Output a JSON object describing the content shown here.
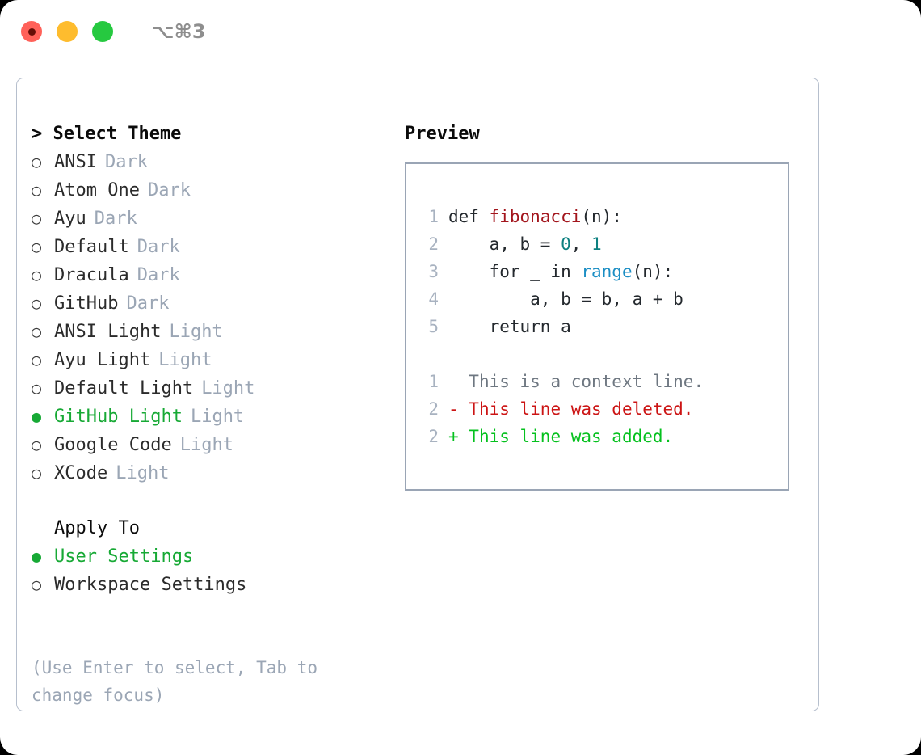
{
  "titlebar": {
    "shortcut": "⌥⌘3",
    "lights": [
      {
        "name": "close-button",
        "color": "#ff6159",
        "recording": true
      },
      {
        "name": "minimize-button",
        "color": "#febc2e",
        "recording": false
      },
      {
        "name": "maximize-button",
        "color": "#26c940",
        "recording": false
      }
    ]
  },
  "colors": {
    "accent_green": "#17a935",
    "muted": "#9ba6b5",
    "code_red": "#a3161d",
    "code_blue": "#1b8ec4",
    "code_teal": "#0d8080",
    "diff_add": "#05c11e",
    "diff_del": "#cc1414",
    "border": "#b6bfcd"
  },
  "theme_list": {
    "header": "> Select Theme",
    "items": [
      {
        "bullet": "○",
        "label": "ANSI",
        "tag": "Dark",
        "selected": false
      },
      {
        "bullet": "○",
        "label": "Atom One",
        "tag": "Dark",
        "selected": false
      },
      {
        "bullet": "○",
        "label": "Ayu",
        "tag": "Dark",
        "selected": false
      },
      {
        "bullet": "○",
        "label": "Default",
        "tag": "Dark",
        "selected": false
      },
      {
        "bullet": "○",
        "label": "Dracula",
        "tag": "Dark",
        "selected": false
      },
      {
        "bullet": "○",
        "label": "GitHub",
        "tag": "Dark",
        "selected": false
      },
      {
        "bullet": "○",
        "label": "ANSI Light",
        "tag": "Light",
        "selected": false
      },
      {
        "bullet": "○",
        "label": "Ayu Light",
        "tag": "Light",
        "selected": false
      },
      {
        "bullet": "○",
        "label": "Default Light",
        "tag": "Light",
        "selected": false
      },
      {
        "bullet": "●",
        "label": "GitHub Light",
        "tag": "Light",
        "selected": true
      },
      {
        "bullet": "○",
        "label": "Google Code",
        "tag": "Light",
        "selected": false
      },
      {
        "bullet": "○",
        "label": "XCode",
        "tag": "Light",
        "selected": false
      }
    ]
  },
  "apply_to": {
    "header": "Apply To",
    "items": [
      {
        "bullet": "●",
        "label": "User Settings",
        "selected": true
      },
      {
        "bullet": "○",
        "label": "Workspace Settings",
        "selected": false
      }
    ]
  },
  "help": "(Use Enter to select, Tab to change focus)",
  "preview": {
    "title": "Preview",
    "code_lines": [
      {
        "num": "1",
        "segments": [
          {
            "text": "def ",
            "kind": "plain"
          },
          {
            "text": "fibonacci",
            "kind": "fn"
          },
          {
            "text": "(n):",
            "kind": "plain"
          }
        ]
      },
      {
        "num": "2",
        "segments": [
          {
            "text": "    a, b = ",
            "kind": "plain"
          },
          {
            "text": "0",
            "kind": "num"
          },
          {
            "text": ", ",
            "kind": "plain"
          },
          {
            "text": "1",
            "kind": "num"
          }
        ]
      },
      {
        "num": "3",
        "segments": [
          {
            "text": "    for _ in ",
            "kind": "plain"
          },
          {
            "text": "range",
            "kind": "builtin"
          },
          {
            "text": "(n):",
            "kind": "plain"
          }
        ]
      },
      {
        "num": "4",
        "segments": [
          {
            "text": "        a, b = b, a + b",
            "kind": "plain"
          }
        ]
      },
      {
        "num": "5",
        "segments": [
          {
            "text": "    return a",
            "kind": "plain"
          }
        ]
      }
    ],
    "diff_lines": [
      {
        "num": "1",
        "marker": "  ",
        "text": "This is a context line.",
        "kind": "ctx"
      },
      {
        "num": "2",
        "marker": "- ",
        "text": "This line was deleted.",
        "kind": "del"
      },
      {
        "num": "2",
        "marker": "+ ",
        "text": "This line was added.",
        "kind": "add"
      }
    ]
  }
}
